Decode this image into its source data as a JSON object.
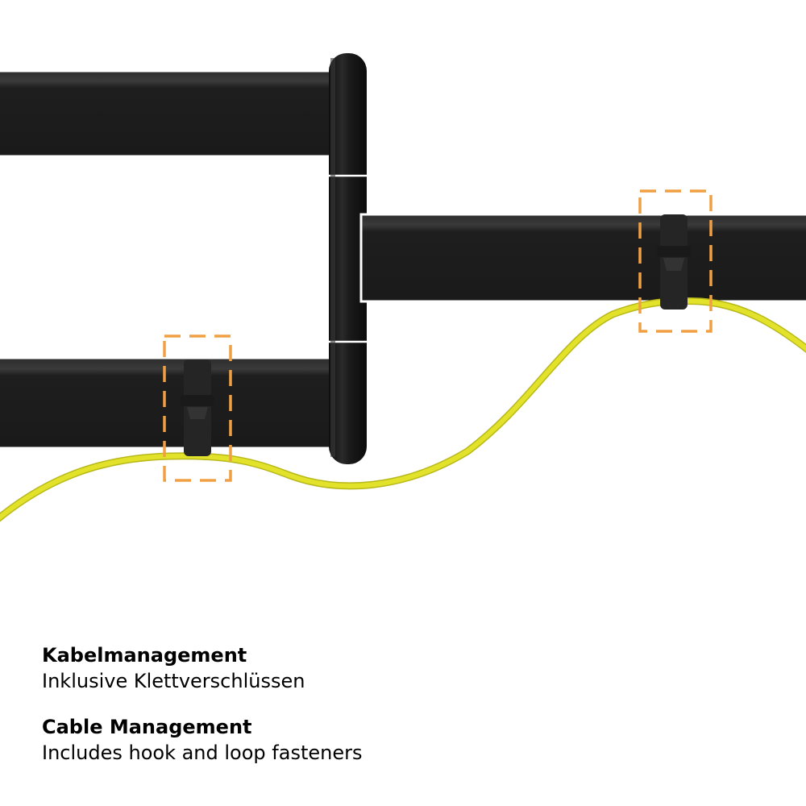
{
  "colors": {
    "arm": "#1f1f1f",
    "arm_highlight": "#3a3a3a",
    "joint": "#141414",
    "cable": "#e2e22a",
    "cable_edge": "#b8b81a",
    "highlight_box": "#f0a043",
    "strap": "#252525",
    "text": "#000000"
  },
  "captions": {
    "german": {
      "title": "Kabelmanagement",
      "subtitle": "Inklusive Klettverschlüssen"
    },
    "english": {
      "title": "Cable Management",
      "subtitle": "Includes hook and loop fasteners"
    }
  }
}
